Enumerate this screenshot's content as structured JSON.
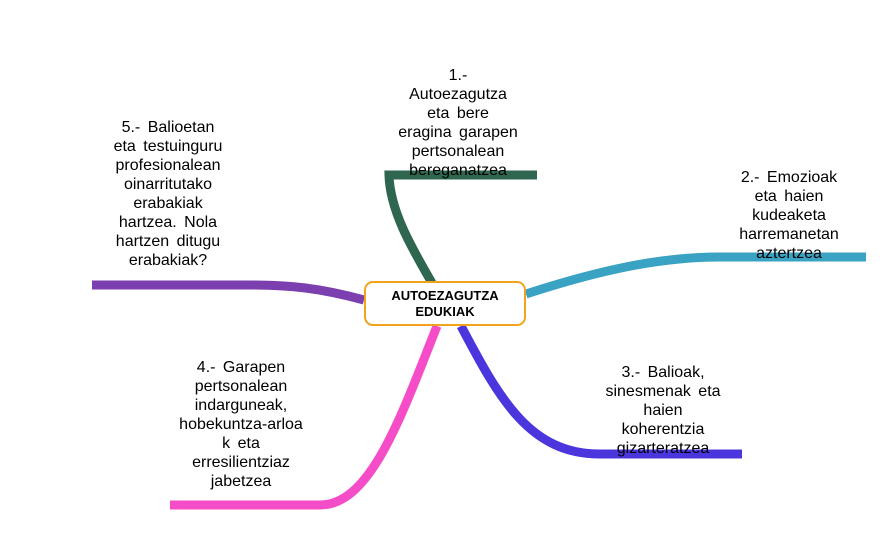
{
  "center": {
    "title": "AUTOEZAGUTZA\nEDUKIAK",
    "border_color": "#f2a31b"
  },
  "branches": [
    {
      "id": "b1",
      "text": "1.-\nAutoezagutza\neta  bere\neragina  garapen\npertsonalean\nbereganatzea",
      "color": "#2f6650"
    },
    {
      "id": "b2",
      "text": "2.-  Emozioak\neta  haien\nkudeaketa\nharremanetan\naztertzea",
      "color": "#3aa3c4"
    },
    {
      "id": "b3",
      "text": "3.-  Balioak,\nsinesmenak  eta\nhaien\nkoherentzia\ngizarteratzea",
      "color": "#4b35dc"
    },
    {
      "id": "b4",
      "text": "4.-  Garapen\npertsonalean\nindarguneak,\nhobekuntza-arloa\nk  eta\nerresilientziaz\njabetzea",
      "color": "#f54dc8"
    },
    {
      "id": "b5",
      "text": "5.-  Balioetan\neta  testuinguru\nprofesionalean\noinarritutako\nerabakiak\nhartzea.  Nola\nhartzen  ditugu\nerabakiak?",
      "color": "#7b3fb0"
    }
  ]
}
